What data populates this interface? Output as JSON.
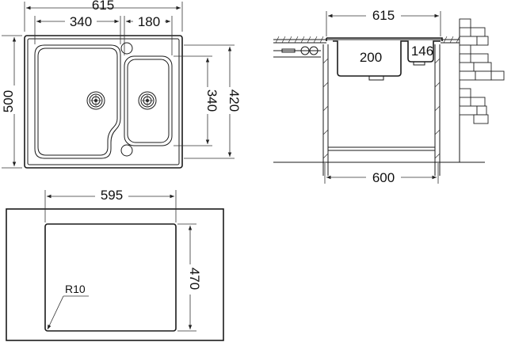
{
  "top_view": {
    "overall_width": "615",
    "left_bowl_width": "340",
    "right_bowl_width": "180",
    "overall_height": "500",
    "bowl_height_right": "420",
    "small_bowl_height": "340"
  },
  "side_view": {
    "top_width": "615",
    "cabinet_width": "600",
    "bowl_depth_main": "200",
    "bowl_depth_small": "146"
  },
  "cutout_view": {
    "cutout_width": "595",
    "cutout_height": "470",
    "corner_radius": "R10"
  }
}
